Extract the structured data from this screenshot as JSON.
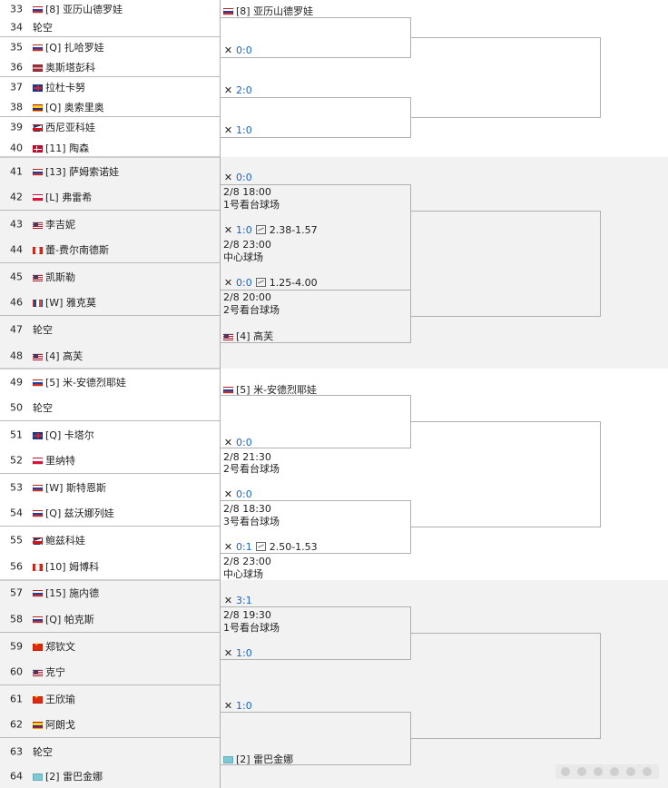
{
  "list": {
    "rows": [
      {
        "num": "33",
        "flag": "ru",
        "name": "[8] 亚历山德罗娃"
      },
      {
        "num": "34",
        "flag": "",
        "name": "轮空"
      },
      {
        "num": "35",
        "flag": "ru",
        "name": "[Q] 扎哈罗娃"
      },
      {
        "num": "36",
        "flag": "lv",
        "name": "奥斯塔彭科"
      },
      {
        "num": "37",
        "flag": "gb",
        "name": "拉杜卡努"
      },
      {
        "num": "38",
        "flag": "co",
        "name": "[Q] 奥索里奥"
      },
      {
        "num": "39",
        "flag": "cz",
        "name": "西尼亚科娃"
      },
      {
        "num": "40",
        "flag": "dk",
        "name": "[11] 陶森"
      },
      {
        "num": "41",
        "flag": "ru",
        "name": "[13] 萨姆索诺娃"
      },
      {
        "num": "42",
        "flag": "pl",
        "name": "[L] 弗雷希"
      },
      {
        "num": "43",
        "flag": "us",
        "name": "李吉妮"
      },
      {
        "num": "44",
        "flag": "ca",
        "name": "蕾-费尔南德斯"
      },
      {
        "num": "45",
        "flag": "us",
        "name": "凯斯勒"
      },
      {
        "num": "46",
        "flag": "fr",
        "name": "[W] 雅克莫"
      },
      {
        "num": "47",
        "flag": "",
        "name": "轮空"
      },
      {
        "num": "48",
        "flag": "us",
        "name": "[4] 高芙"
      },
      {
        "num": "49",
        "flag": "ru",
        "name": "[5] 米-安德烈耶娃"
      },
      {
        "num": "50",
        "flag": "",
        "name": "轮空"
      },
      {
        "num": "51",
        "flag": "gb",
        "name": "[Q] 卡塔尔"
      },
      {
        "num": "52",
        "flag": "pl",
        "name": "里纳特"
      },
      {
        "num": "53",
        "flag": "ru",
        "name": "[W] 斯特恩斯"
      },
      {
        "num": "54",
        "flag": "ru",
        "name": "[Q] 兹沃娜列娃"
      },
      {
        "num": "55",
        "flag": "cz",
        "name": "鲍兹科娃"
      },
      {
        "num": "56",
        "flag": "ca",
        "name": "[10] 姆博科"
      },
      {
        "num": "57",
        "flag": "ru",
        "name": "[15] 施内德"
      },
      {
        "num": "58",
        "flag": "ru",
        "name": "[Q] 帕克斯"
      },
      {
        "num": "59",
        "flag": "cn",
        "name": "郑钦文"
      },
      {
        "num": "60",
        "flag": "us",
        "name": "克宁"
      },
      {
        "num": "61",
        "flag": "cn",
        "name": "王欣瑜"
      },
      {
        "num": "62",
        "flag": "co",
        "name": "阿朗戈"
      },
      {
        "num": "63",
        "flag": "",
        "name": "轮空"
      },
      {
        "num": "64",
        "flag": "kz",
        "name": "[2] 雷巴金娜"
      }
    ]
  },
  "bracket": {
    "items": [
      {
        "kind": "player",
        "flag": "ru",
        "text": "[8] 亚历山德罗娃"
      },
      {
        "kind": "score",
        "score": "0:0"
      },
      {
        "kind": "score",
        "score": "2:0"
      },
      {
        "kind": "score",
        "score": "1:0"
      },
      {
        "kind": "score",
        "score": "0:0"
      },
      {
        "kind": "text",
        "text": "2/8 18:00"
      },
      {
        "kind": "text",
        "text": "1号看台球场"
      },
      {
        "kind": "score",
        "score": "1:0",
        "odds": "2.38-1.57"
      },
      {
        "kind": "text",
        "text": "2/8 23:00"
      },
      {
        "kind": "text",
        "text": "中心球场"
      },
      {
        "kind": "score",
        "score": "0:0",
        "odds": "1.25-4.00"
      },
      {
        "kind": "text",
        "text": "2/8 20:00"
      },
      {
        "kind": "text",
        "text": "2号看台球场"
      },
      {
        "kind": "player",
        "flag": "us",
        "text": "[4] 高芙"
      },
      {
        "kind": "player",
        "flag": "ru",
        "text": "[5] 米-安德烈耶娃"
      },
      {
        "kind": "score",
        "score": "0:0"
      },
      {
        "kind": "text",
        "text": "2/8 21:30"
      },
      {
        "kind": "text",
        "text": "2号看台球场"
      },
      {
        "kind": "score",
        "score": "0:0"
      },
      {
        "kind": "text",
        "text": "2/8 18:30"
      },
      {
        "kind": "text",
        "text": "3号看台球场"
      },
      {
        "kind": "score",
        "score": "0:1",
        "odds": "2.50-1.53"
      },
      {
        "kind": "text",
        "text": "2/8 23:00"
      },
      {
        "kind": "text",
        "text": "中心球场"
      },
      {
        "kind": "score",
        "score": "3:1"
      },
      {
        "kind": "text",
        "text": "2/8 19:30"
      },
      {
        "kind": "text",
        "text": "1号看台球场"
      },
      {
        "kind": "score",
        "score": "1:0"
      },
      {
        "kind": "score",
        "score": "1:0"
      },
      {
        "kind": "player",
        "flag": "kz",
        "text": "[2] 雷巴金娜"
      }
    ]
  },
  "icons": {
    "match": "swords-icon",
    "odds": "chart-icon"
  }
}
